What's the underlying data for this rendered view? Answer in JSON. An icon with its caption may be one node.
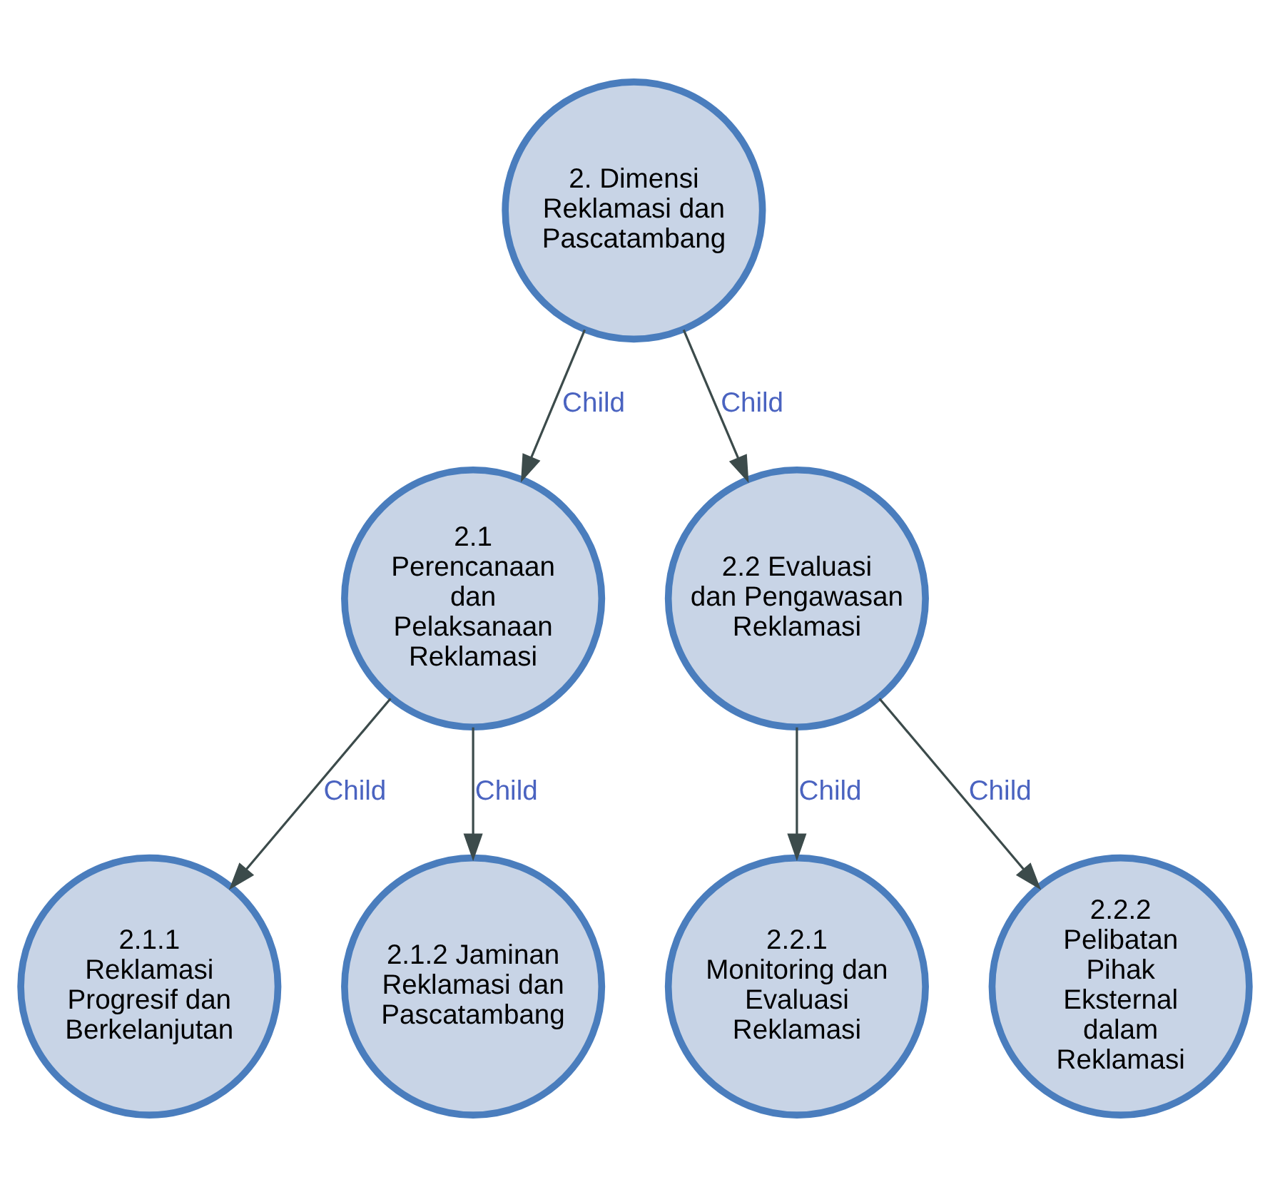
{
  "diagram": {
    "nodes": [
      {
        "text": [
          "2. Dimensi Reklamasi dan Pascatambang"
        ]
      },
      {
        "text": [
          "2.1 Perencanaan dan Pelaksanaan Reklamasi"
        ]
      },
      {
        "text": [
          "2.2 Evaluasi dan Pengawasan Reklamasi"
        ]
      },
      {
        "text": [
          "2.1.1 Reklamasi Progresif dan Berkelanjutan"
        ]
      },
      {
        "text": [
          "2.1.2 Jaminan Reklamasi dan Pascatambang"
        ]
      },
      {
        "text": [
          "2.2.1 Monitoring dan Evaluasi Reklamasi"
        ]
      },
      {
        "text": [
          "2.2.2 Pelibatan Pihak Eksternal dalam Reklamasi"
        ]
      }
    ],
    "edges": [
      {
        "from": 0,
        "to": 1,
        "arrow": "to",
        "label": "Child"
      },
      {
        "from": 0,
        "to": 2,
        "arrow": "to",
        "label": "Child"
      },
      {
        "from": 1,
        "to": 3,
        "arrow": "to",
        "label": "Child"
      },
      {
        "from": 1,
        "to": 4,
        "arrow": "to",
        "label": "Child"
      },
      {
        "from": 2,
        "to": 5,
        "arrow": "to",
        "label": "Child"
      },
      {
        "from": 2,
        "to": 6,
        "arrow": "to",
        "label": "Child"
      }
    ]
  }
}
